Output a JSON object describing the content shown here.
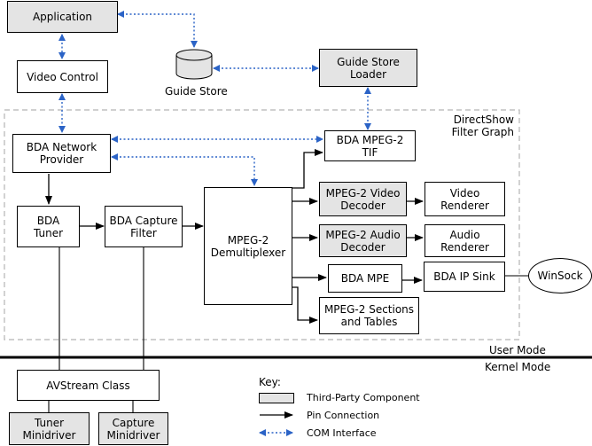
{
  "boxes": {
    "application": "Application",
    "video_control": "Video Control",
    "guide_store_loader": "Guide Store\nLoader",
    "bda_network_provider": "BDA Network\nProvider",
    "bda_mpeg2_tif": "BDA MPEG-2\nTIF",
    "bda_tuner": "BDA\nTuner",
    "bda_capture_filter": "BDA Capture\nFilter",
    "mpeg2_demux": "MPEG-2\nDemultiplexer",
    "mpeg2_video_decoder": "MPEG-2 Video\nDecoder",
    "video_renderer": "Video\nRenderer",
    "mpeg2_audio_decoder": "MPEG-2 Audio\nDecoder",
    "audio_renderer": "Audio\nRenderer",
    "bda_mpe": "BDA MPE",
    "bda_ip_sink": "BDA IP Sink",
    "winsock": "WinSock",
    "mpeg2_sections": "MPEG-2 Sections\nand Tables",
    "avstream_class": "AVStream Class",
    "tuner_minidriver": "Tuner\nMinidriver",
    "capture_minidriver": "Capture\nMinidriver"
  },
  "labels": {
    "guide_store": "Guide Store",
    "directshow_filter_graph": "DirectShow\nFilter Graph",
    "user_mode": "User Mode",
    "kernel_mode": "Kernel Mode"
  },
  "legend": {
    "title": "Key:",
    "third_party": "Third-Party Component",
    "pin_connection": "Pin Connection",
    "com_interface": "COM Interface"
  }
}
